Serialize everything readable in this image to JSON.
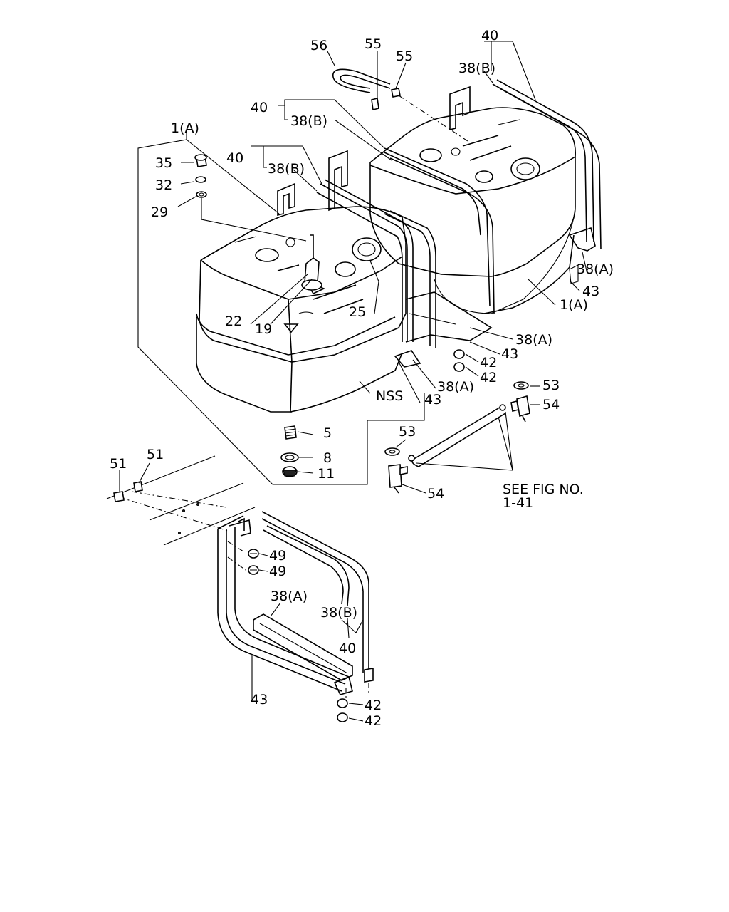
{
  "callouts": {
    "c1a_top": "1(A)",
    "c1a_right": "1(A)",
    "c5": "5",
    "c8": "8",
    "c11": "11",
    "c19": "19",
    "c22": "22",
    "c25": "25",
    "c29": "29",
    "c32": "32",
    "c35": "35",
    "c38a_r1": "38(A)",
    "c38a_r2": "38(A)",
    "c38a_mid": "38(A)",
    "c38a_bot": "38(A)",
    "c38b_1": "38(B)",
    "c38b_2": "38(B)",
    "c38b_3": "38(B)",
    "c38b_bot": "38(B)",
    "c40_1": "40",
    "c40_2": "40",
    "c40_3": "40",
    "c40_bot": "40",
    "c42_1": "42",
    "c42_2": "42",
    "c42_3": "42",
    "c42_4": "42",
    "c43_1": "43",
    "c43_2": "43",
    "c43_3": "43",
    "c43_bot": "43",
    "c49_1": "49",
    "c49_2": "49",
    "c51_1": "51",
    "c51_2": "51",
    "c53_1": "53",
    "c53_2": "53",
    "c54_1": "54",
    "c54_2": "54",
    "c55_1": "55",
    "c55_2": "55",
    "c56": "56",
    "nss": "NSS",
    "see_fig": "SEE FIG NO.",
    "fig_ref": "1-41"
  }
}
